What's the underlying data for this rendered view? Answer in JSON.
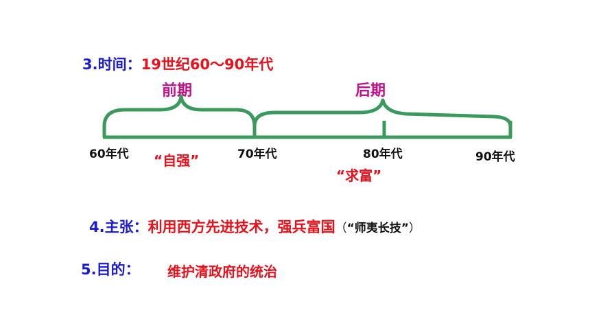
{
  "section3": {
    "label": "3.时间：",
    "value": "19世纪60～90年代"
  },
  "periods": {
    "early": "前期",
    "late": "后期"
  },
  "ticks": [
    "60年代",
    "70年代",
    "80年代",
    "90年代"
  ],
  "slogans": {
    "self_strengthening": "“自强”",
    "seek_wealth": "“求富”"
  },
  "section4": {
    "label": "4.主张：",
    "value": "利用西方先进技术，强兵富国",
    "note_open": "（",
    "note": "“师夷长技”",
    "note_close": "）"
  },
  "section5": {
    "label": "5.目的：",
    "value": "维护清政府的统治"
  },
  "colors": {
    "label_blue": "#1a1ad6",
    "value_red": "#e8101a",
    "period_magenta": "#c0108a",
    "timeline_green": "#3a9a5e"
  }
}
